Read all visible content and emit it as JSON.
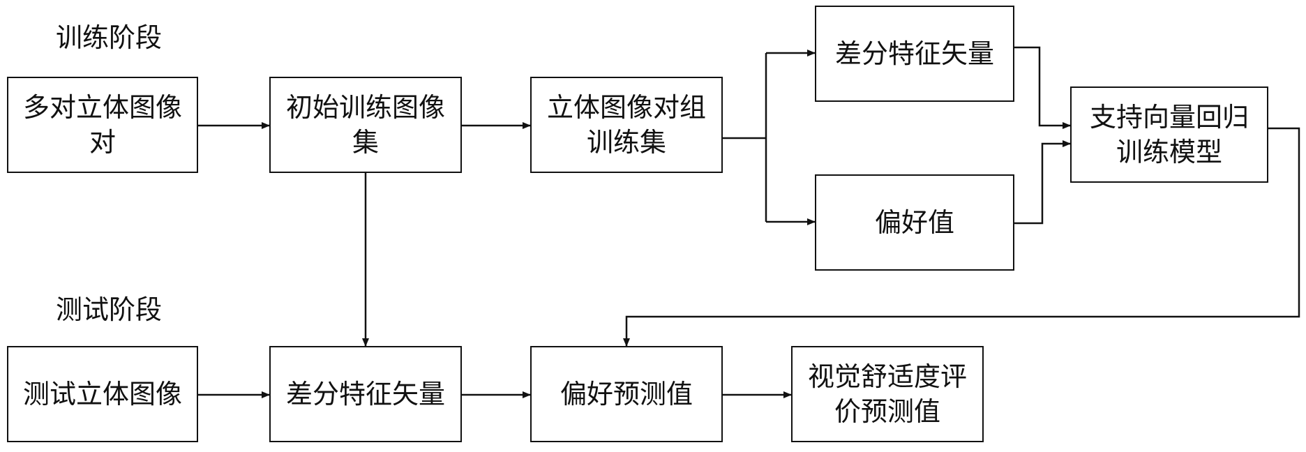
{
  "phases": {
    "training": "训练阶段",
    "testing": "测试阶段"
  },
  "nodes": {
    "stereo_pairs": "多对立体图像\n对",
    "initial_training_set": "初始训练图像\n集",
    "stereo_group_training_set": "立体图像对组\n训练集",
    "diff_feature_vector_train": "差分特征矢量",
    "preference_value": "偏好值",
    "svr_model": "支持向量回归\n训练模型",
    "test_stereo_image": "测试立体图像",
    "diff_feature_vector_test": "差分特征矢量",
    "preference_prediction": "偏好预测值",
    "visual_comfort_prediction": "视觉舒适度评\n价预测值"
  }
}
